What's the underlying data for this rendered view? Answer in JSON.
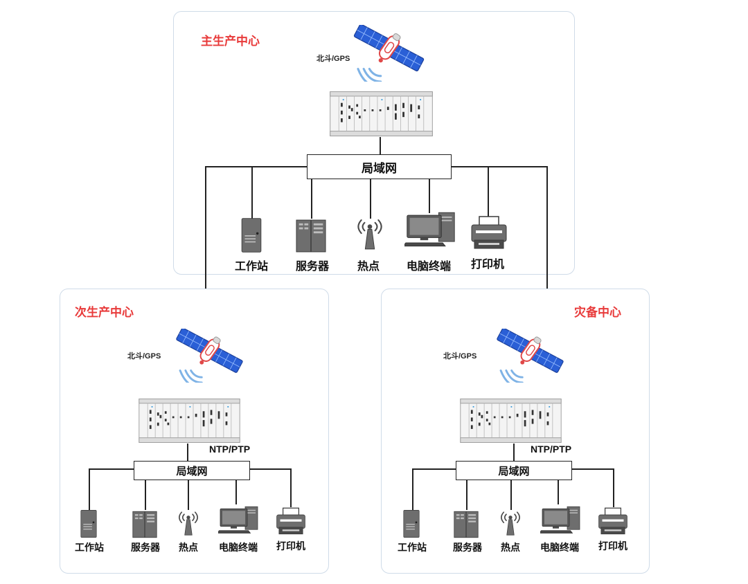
{
  "main": {
    "title": "主生产中心",
    "gps_label": "北斗/GPS",
    "lan_label": "局域网",
    "devices": [
      {
        "icon": "workstation-icon",
        "label": "工作站"
      },
      {
        "icon": "server-icon",
        "label": "服务器"
      },
      {
        "icon": "hotspot-icon",
        "label": "热点"
      },
      {
        "icon": "computer-terminal-icon",
        "label": "电脑终端"
      },
      {
        "icon": "printer-icon",
        "label": "打印机"
      }
    ]
  },
  "secondary": {
    "title": "次生产中心",
    "gps_label": "北斗/GPS",
    "protocol_label": "NTP/PTP",
    "lan_label": "局域网",
    "devices": [
      {
        "icon": "workstation-icon",
        "label": "工作站"
      },
      {
        "icon": "server-icon",
        "label": "服务器"
      },
      {
        "icon": "hotspot-icon",
        "label": "热点"
      },
      {
        "icon": "computer-terminal-icon",
        "label": "电脑终端"
      },
      {
        "icon": "printer-icon",
        "label": "打印机"
      }
    ]
  },
  "disaster_recovery": {
    "title": "灾备中心",
    "gps_label": "北斗/GPS",
    "protocol_label": "NTP/PTP",
    "lan_label": "局域网",
    "devices": [
      {
        "icon": "workstation-icon",
        "label": "工作站"
      },
      {
        "icon": "server-icon",
        "label": "服务器"
      },
      {
        "icon": "hotspot-icon",
        "label": "热点"
      },
      {
        "icon": "computer-terminal-icon",
        "label": "电脑终端"
      },
      {
        "icon": "printer-icon",
        "label": "打印机"
      }
    ]
  },
  "colors": {
    "title": "#e83a3a",
    "panel_border": "#cfdbe8",
    "solar_panel": "#2a5fd6",
    "signal": "#7fb3e6"
  }
}
